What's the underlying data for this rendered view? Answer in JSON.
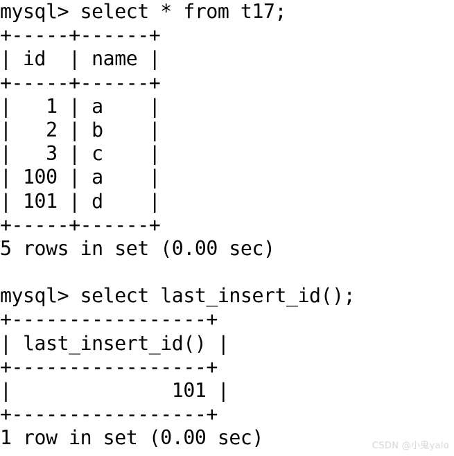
{
  "terminal": {
    "prompt": "mysql>",
    "lines": [
      {
        "id": "query-1",
        "text": "mysql> select * from t17;"
      },
      {
        "id": "t1-sep-top",
        "text": "+-----+------+"
      },
      {
        "id": "t1-header",
        "text": "| id  | name |"
      },
      {
        "id": "t1-sep-mid",
        "text": "+-----+------+"
      },
      {
        "id": "t1-row-1",
        "text": "|   1 | a    |"
      },
      {
        "id": "t1-row-2",
        "text": "|   2 | b    |"
      },
      {
        "id": "t1-row-3",
        "text": "|   3 | c    |"
      },
      {
        "id": "t1-row-4",
        "text": "| 100 | a    |"
      },
      {
        "id": "t1-row-5",
        "text": "| 101 | d    |"
      },
      {
        "id": "t1-sep-bottom",
        "text": "+-----+------+"
      },
      {
        "id": "t1-status",
        "text": "5 rows in set (0.00 sec)"
      },
      {
        "id": "spacer-1",
        "text": ""
      },
      {
        "id": "query-2",
        "text": "mysql> select last_insert_id();"
      },
      {
        "id": "t2-sep-top",
        "text": "+-----------------+"
      },
      {
        "id": "t2-header",
        "text": "| last_insert_id() |"
      },
      {
        "id": "t2-sep-mid",
        "text": "+-----------------+"
      },
      {
        "id": "t2-row-1",
        "text": "|              101 |"
      },
      {
        "id": "t2-sep-bottom",
        "text": "+-----------------+"
      },
      {
        "id": "t2-status",
        "text": "1 row in set (0.00 sec)"
      }
    ],
    "queries": [
      {
        "sql": "select * from t17;",
        "status": "5 rows in set (0.00 sec)"
      },
      {
        "sql": "select last_insert_id();",
        "status": "1 row in set (0.00 sec)"
      }
    ],
    "result_tables": [
      {
        "name": "t17-select-result",
        "columns": [
          "id",
          "name"
        ],
        "rows": [
          [
            "1",
            "a"
          ],
          [
            "2",
            "b"
          ],
          [
            "3",
            "c"
          ],
          [
            "100",
            "a"
          ],
          [
            "101",
            "d"
          ]
        ],
        "row_count": 5,
        "elapsed": "0.00 sec"
      },
      {
        "name": "last-insert-id-result",
        "columns": [
          "last_insert_id()"
        ],
        "rows": [
          [
            "101"
          ]
        ],
        "row_count": 1,
        "elapsed": "0.00 sec"
      }
    ],
    "colors": {
      "background": "#ffffff",
      "text": "#020202",
      "watermark": "#d8d8d8"
    }
  },
  "watermark": {
    "text": "CSDN @小鬼yalo"
  }
}
